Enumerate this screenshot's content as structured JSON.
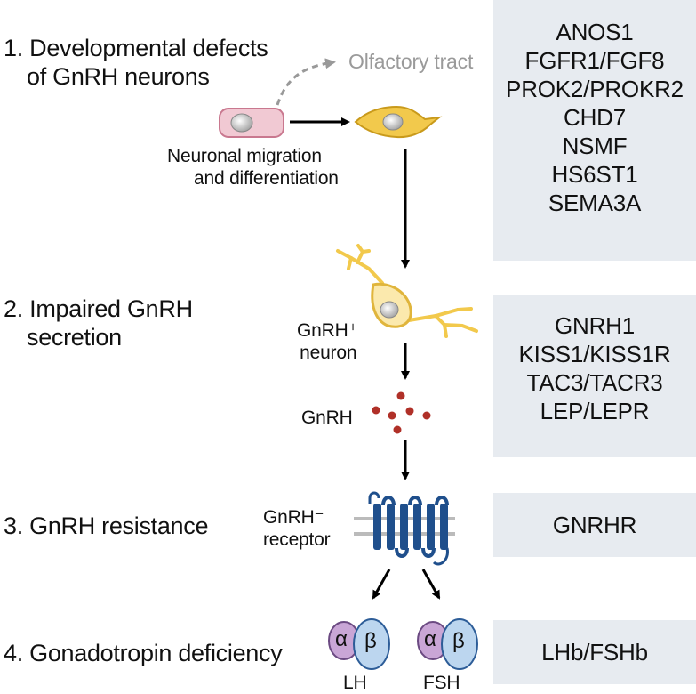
{
  "steps": {
    "s1": {
      "line1": "1. Developmental defects",
      "line2": "of GnRH neurons"
    },
    "s2": {
      "line1": "2. Impaired GnRH",
      "line2": "secretion"
    },
    "s3": {
      "line1": "3. GnRH resistance"
    },
    "s4": {
      "line1": "4. Gonadotropin deficiency"
    }
  },
  "labels": {
    "olfactory": "Olfactory tract",
    "migration1": "Neuronal migration",
    "migration2": "and differentiation",
    "gnrh_neuron1": "GnRH⁺",
    "gnrh_neuron2": "neuron",
    "gnrh": "GnRH",
    "receptor1": "GnRH⁻",
    "receptor2": "receptor",
    "alpha": "α",
    "beta": "β",
    "lh": "LH",
    "fsh": "FSH"
  },
  "genes": {
    "g1": [
      "ANOS1",
      "FGFR1/FGF8",
      "PROK2/PROKR2",
      "CHD7",
      "NSMF",
      "HS6ST1",
      "SEMA3A"
    ],
    "g2": [
      "GNRH1",
      "KISS1/KISS1R",
      "TAC3/TACR3",
      "LEP/LEPR"
    ],
    "g3": [
      "GNRHR"
    ],
    "g4": [
      "LHb/FSHb"
    ]
  },
  "colors": {
    "box": "#e7ebf0",
    "neuron": "#f2c94c",
    "cell_pink": "#f1c9d3",
    "granules": "#b03028",
    "receptor": "#1f4f8c",
    "alpha": "#c9a6d6",
    "beta": "#bcd6ef"
  }
}
